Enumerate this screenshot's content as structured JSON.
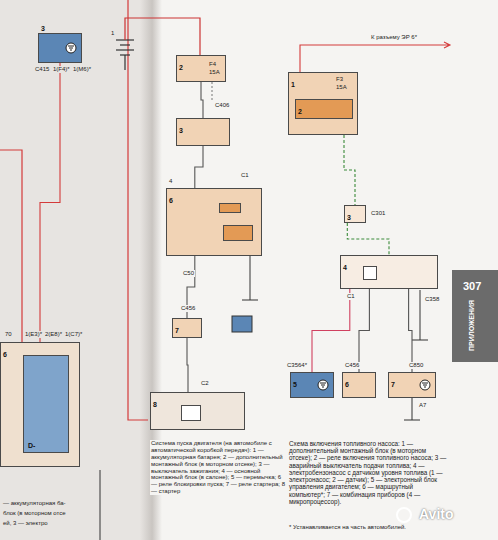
{
  "diagram": {
    "caption": "Схема включения топливного насоса: 1 — дополнительный монтажный блок (в моторном отсеке); 2 — реле включения топливного насоса; 3 — аварийный выключатель подачи топлива; 4 — электробензонасос с датчиком уровня топлива (1 — электронасос; 2 — датчик); 5 — электронный блок управления двигателем; 6 — маршрутный компьютер*; 7 — комбинация приборов (4 — микропроцессор).",
    "nodes": [
      {
        "text": [
          "3"
        ]
      },
      {
        "text": [
          "6"
        ]
      },
      {
        "text": [
          "D-"
        ],
        "in": 1
      },
      {
        "text": [
          "2"
        ]
      },
      {
        "text": [
          "3"
        ]
      },
      {
        "text": [
          "6"
        ]
      },
      {
        "text": [
          "7"
        ]
      },
      {
        "text": [
          "8"
        ]
      },
      {
        "text": [
          "1"
        ]
      },
      {
        "text": [
          "2"
        ],
        "in": 8
      },
      {
        "text": [
          "3"
        ]
      },
      {
        "text": [
          "4"
        ]
      },
      {
        "text": [
          "5"
        ]
      },
      {
        "text": [
          "6"
        ]
      },
      {
        "text": [
          "7"
        ]
      }
    ],
    "edges": [
      {
        "from": 0,
        "to": 1,
        "arrow": "none"
      },
      {
        "from": 3,
        "to": 4,
        "arrow": "none"
      },
      {
        "from": 4,
        "to": 5,
        "arrow": "none"
      },
      {
        "from": 5,
        "to": 6,
        "arrow": "none"
      },
      {
        "from": 6,
        "to": 7,
        "arrow": "none"
      },
      {
        "from": 8,
        "to": 10,
        "arrow": "none"
      },
      {
        "from": 10,
        "to": 11,
        "arrow": "none"
      },
      {
        "from": 11,
        "to": 12,
        "arrow": "none"
      },
      {
        "from": 11,
        "to": 13,
        "arrow": "none"
      },
      {
        "from": 11,
        "to": 14,
        "arrow": "none"
      }
    ],
    "labels": [
      "C415",
      "1(F4)*",
      "1(M6)*",
      "70",
      "1(E3)*",
      "2(E8)*",
      "1(C7)*",
      "1",
      "F4",
      "15A",
      "C406",
      "4",
      "C1",
      "C50",
      "C456",
      "C2",
      "К разъему ЭР 6*",
      "F3",
      "15A",
      "C301",
      "C1",
      "C358",
      "C3564*",
      "C456",
      "C850",
      "A7",
      "307",
      "ПРИЛОЖЕНИЯ",
      "Avito",
      "Система пуска двигателя (на автомобиле с автоматической коробкой передач): 1 — аккумуляторная батарея; 2 — дополнительный монтажный блок (в моторном отсеке); 3 — выключатель зажигания; 4 — основной монтажный блок (в салоне); 5 — перемычка; 6 — реле блокировки пуска; 7 — реле стартера; 8 — стартер",
      "* Устанавливается на часть автомобилей.",
      "— аккумуляторная ба-",
      "блок (в моторном отсе",
      "ей, 3 — электро"
    ]
  }
}
